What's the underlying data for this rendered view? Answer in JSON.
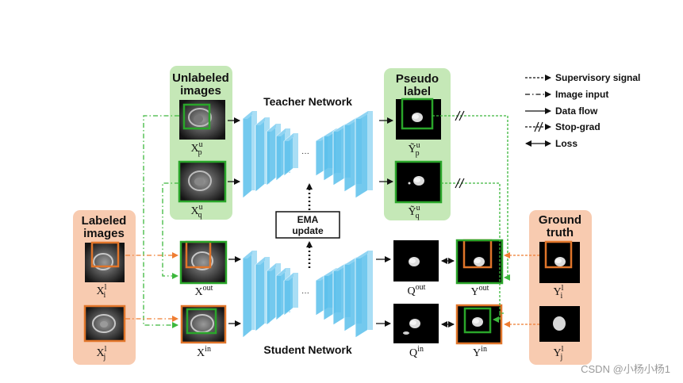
{
  "panels": {
    "unlabeled_title_line1": "Unlabeled",
    "unlabeled_title_line2": "images",
    "pseudo_title_line1": "Pseudo",
    "pseudo_title_line2": "label",
    "labeled_title_line1": "Labeled",
    "labeled_title_line2": "images",
    "ground_title_line1": "Ground",
    "ground_title_line2": "truth"
  },
  "networks": {
    "teacher": "Teacher Network",
    "student": "Student Network",
    "ema_line1": "EMA",
    "ema_line2": "update",
    "dots": "···"
  },
  "legend": [
    {
      "label": "Supervisory signal",
      "style": "dashed"
    },
    {
      "label": "Image input",
      "style": "dash-dot"
    },
    {
      "label": "Data flow",
      "style": "solid"
    },
    {
      "label": "Stop-grad",
      "style": "stop-grad"
    },
    {
      "label": "Loss",
      "style": "double-arrow"
    }
  ],
  "variables": {
    "xpu": {
      "base": "X",
      "sup": "u",
      "sub": "p"
    },
    "xqu": {
      "base": "X",
      "sup": "u",
      "sub": "q"
    },
    "ypu": {
      "base": "Ỹ",
      "sup": "u",
      "sub": "p"
    },
    "yqu": {
      "base": "Ỹ",
      "sup": "u",
      "sub": "q"
    },
    "xil": {
      "base": "X",
      "sup": "l",
      "sub": "i"
    },
    "xjl": {
      "base": "X",
      "sup": "l",
      "sub": "j"
    },
    "xout": {
      "base": "X",
      "sup": "out"
    },
    "xin": {
      "base": "X",
      "sup": "in"
    },
    "qout": {
      "base": "Q",
      "sup": "out"
    },
    "qin": {
      "base": "Q",
      "sup": "in"
    },
    "yout": {
      "base": "Y",
      "sup": "out"
    },
    "yin": {
      "base": "Y",
      "sup": "in"
    },
    "yil": {
      "base": "Y",
      "sup": "l",
      "sub": "i"
    },
    "yjl": {
      "base": "Y",
      "sup": "l",
      "sub": "j"
    }
  },
  "colors": {
    "green_panel": "#c5e8b7",
    "orange_panel": "#f8cbb0",
    "green_border": "#2aa52a",
    "orange_border": "#e0752a",
    "network_blue": "#5bc0eb",
    "green_arrow": "#3db83d",
    "orange_arrow": "#ef7d32"
  },
  "watermark": "CSDN @小杨小杨1"
}
